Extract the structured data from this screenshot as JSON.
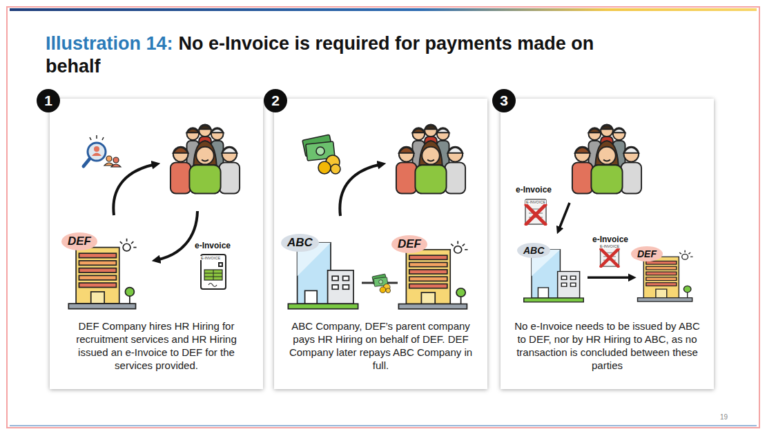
{
  "diagram": {
    "title": "No e-Invoice is required for payments made on behalf",
    "nodes": [
      {
        "text": [
          "DEF Company hires HR Hiring for recruitment services and HR Hiring issued an e-Invoice to DEF for the services provided."
        ]
      },
      {
        "text": [
          "DEF"
        ],
        "in": 0
      },
      {
        "text": [
          "ABC Company, DEF’s parent company pays HR Hiring on behalf of DEF. DEF Company later repays ABC Company in full."
        ]
      },
      {
        "text": [
          "ABC"
        ],
        "in": 2
      },
      {
        "text": [
          "DEF"
        ],
        "in": 2
      },
      {
        "text": [
          "No e-Invoice needs to be issued by ABC to DEF, nor by HR Hiring to ABC, as no transaction is concluded between these parties"
        ]
      },
      {
        "text": [
          "ABC"
        ],
        "in": 5
      },
      {
        "text": [
          "DEF"
        ],
        "in": 5
      }
    ],
    "edges": [
      {
        "from": 6,
        "to": 7,
        "arrow": "to",
        "label": "e-Invoice"
      }
    ],
    "labels": [
      "Illustration 14:",
      "1",
      "2",
      "3",
      "e-Invoice",
      "E-INVOICE",
      "e-Invoice",
      "E-INVOICE",
      "E-INVOICE",
      "19"
    ]
  }
}
